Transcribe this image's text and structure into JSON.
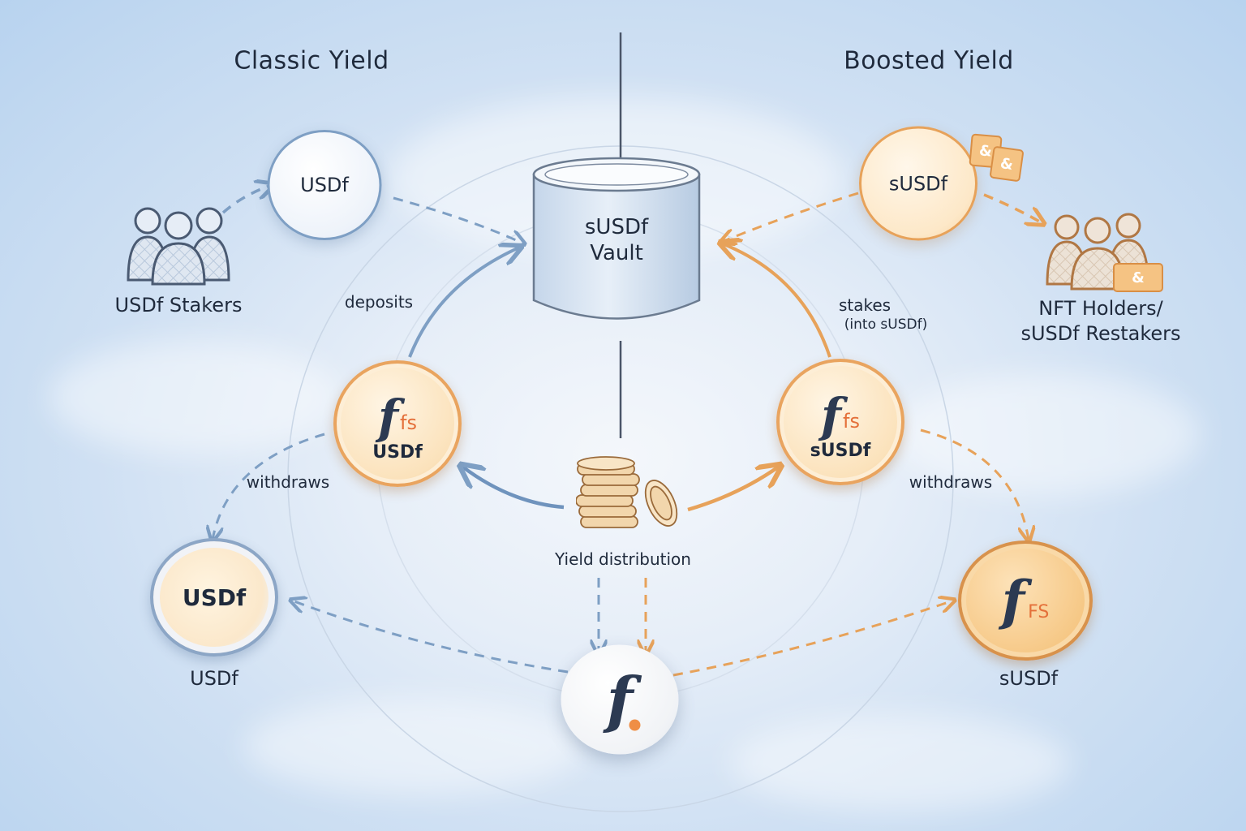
{
  "diagram": {
    "sections": {
      "classic": {
        "title": "Classic Yield"
      },
      "boosted": {
        "title": "Boosted Yield"
      }
    },
    "nodes": {
      "vault": {
        "line1": "sUSDf",
        "line2": "Vault",
        "icon": "database-cylinder-icon"
      },
      "usdf_stakers": {
        "label": "USDf Stakers",
        "icon": "users-group-icon"
      },
      "usdf_top": {
        "label": "USDf"
      },
      "susdf_top": {
        "label": "sUSDf",
        "badge_glyph": "&"
      },
      "nft_holders": {
        "line1": "NFT Holders/",
        "line2": "sUSDf Restakers",
        "icon": "users-group-nft-icon",
        "badge_glyph": "&"
      },
      "usdf_coin": {
        "glyph": "f",
        "sub": "fs",
        "label": "USDf"
      },
      "susdf_coin": {
        "glyph": "f",
        "sub": "fs",
        "label": "sUSDf"
      },
      "yield_distribution": {
        "label": "Yield distribution",
        "icon": "coin-stack-icon"
      },
      "usdf_bottom": {
        "inner": "USDf",
        "caption": "USDf"
      },
      "susdf_bottom": {
        "glyph": "f",
        "sub": "FS",
        "caption": "sUSDf"
      },
      "falcon_logo": {
        "glyph": "f",
        "icon": "falcon-logo-icon"
      }
    },
    "edges": {
      "deposits": "deposits",
      "stakes_line1": "stakes",
      "stakes_line2": "(into sUSDf)",
      "withdraws_left": "withdraws",
      "withdraws_right": "withdraws"
    },
    "colors": {
      "classic": "#7e9fc4",
      "boosted": "#e7a25a",
      "accent": "#e4703a",
      "text": "#1f2a3c"
    }
  }
}
